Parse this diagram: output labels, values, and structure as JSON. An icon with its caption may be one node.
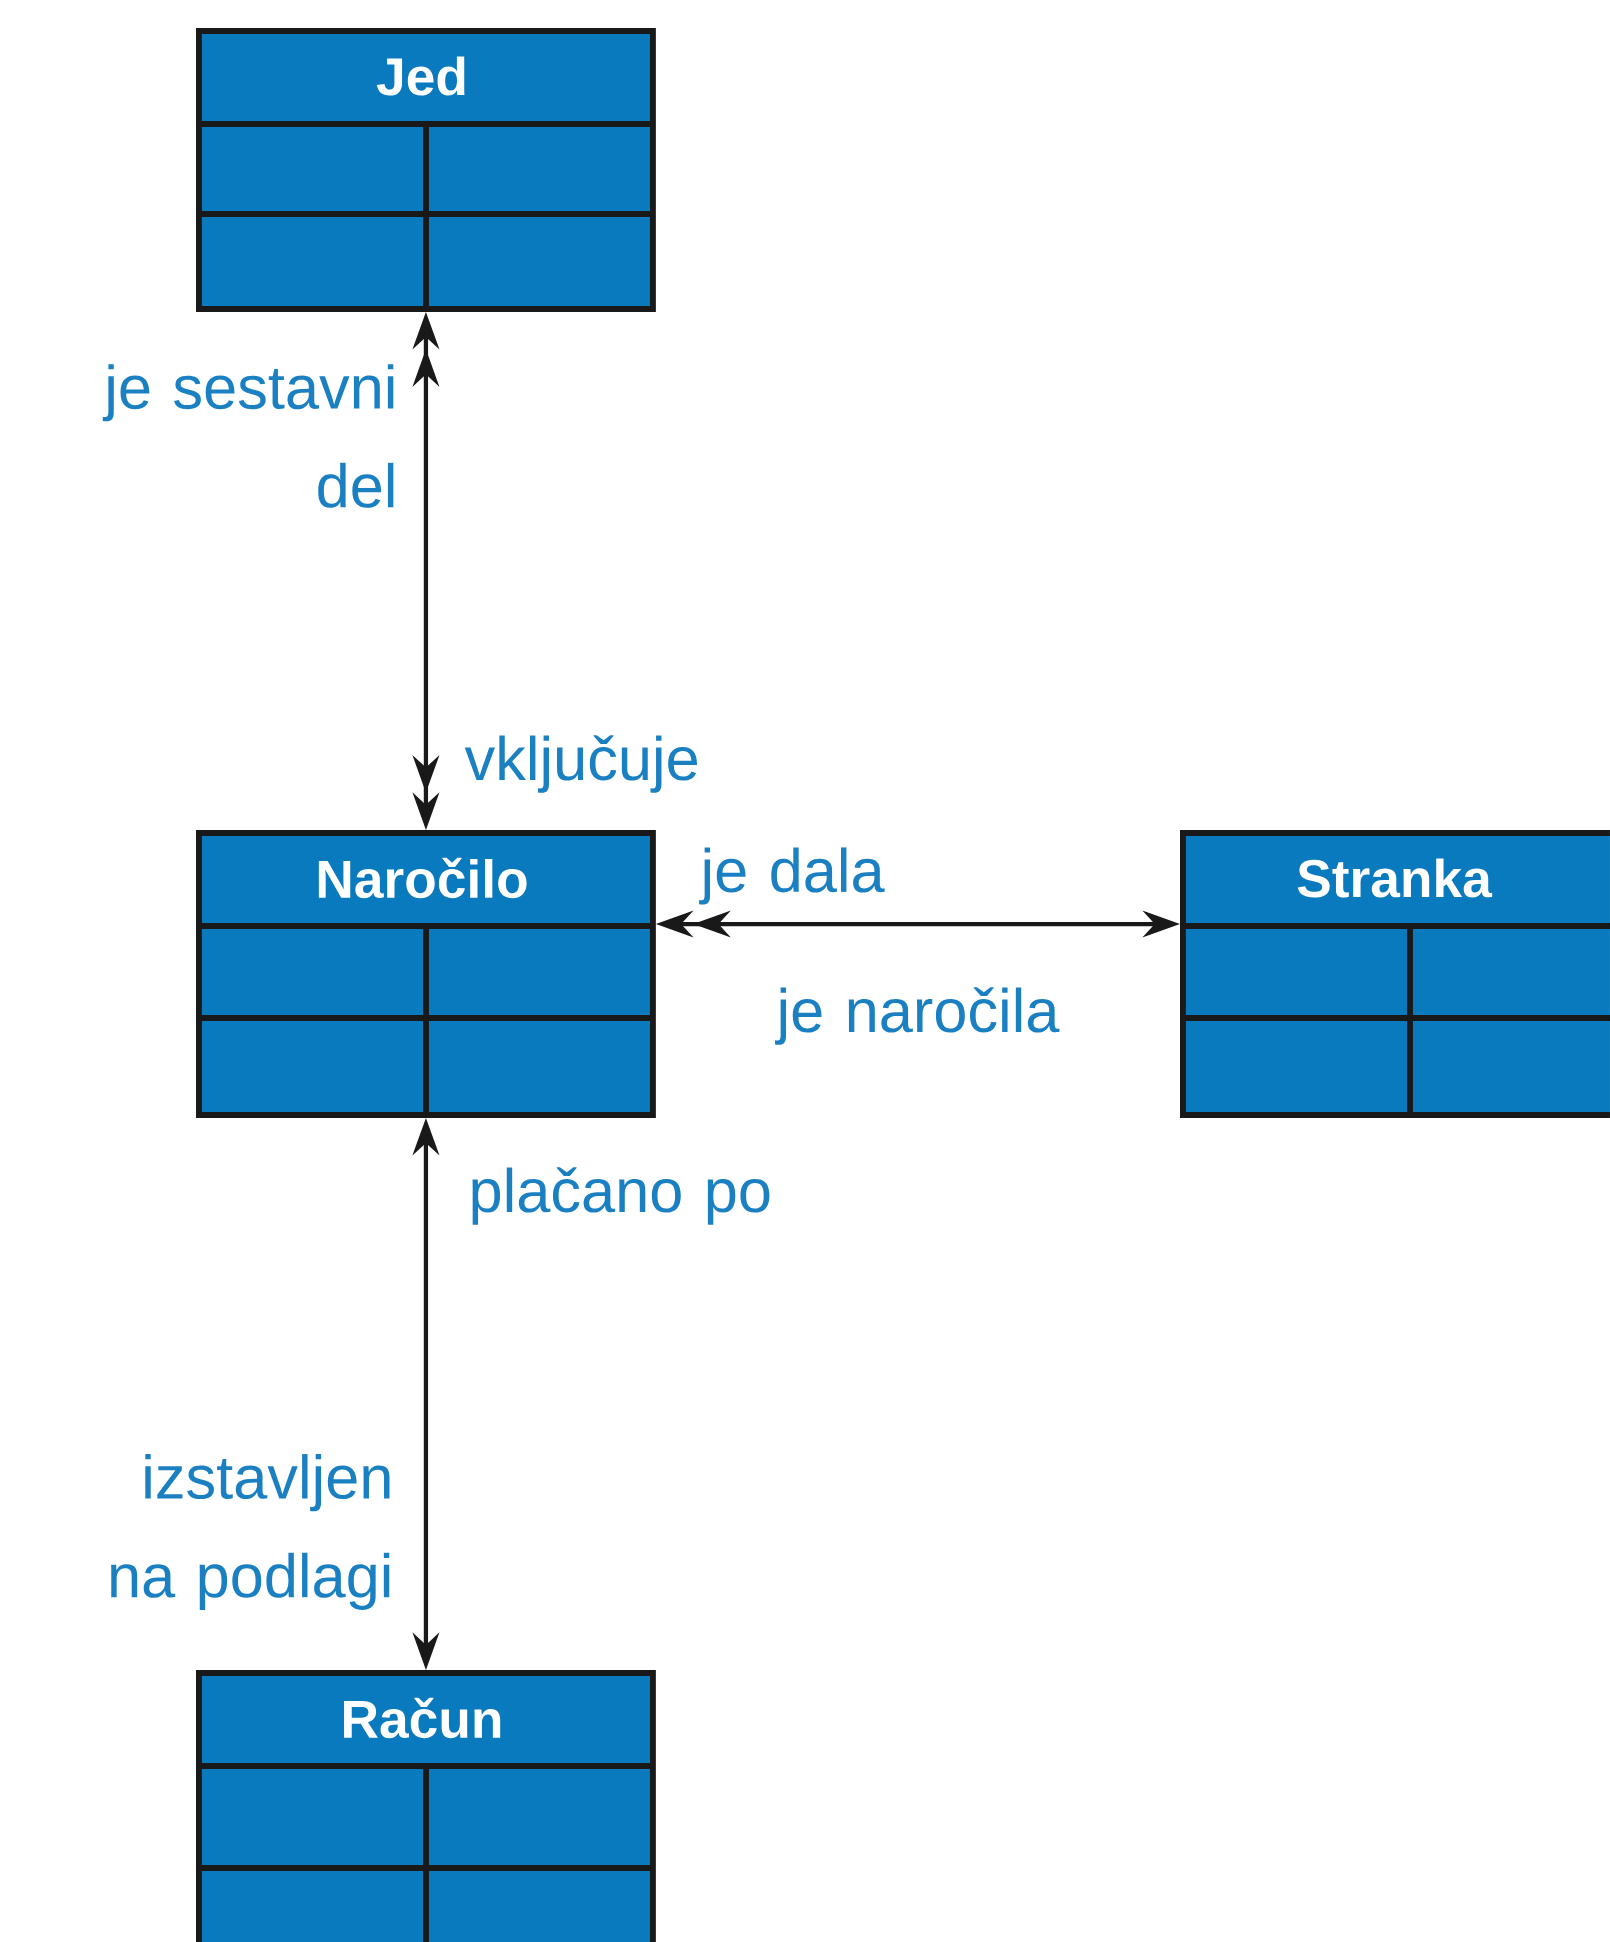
{
  "diagram": {
    "nodes": [
      {
        "text": [
          "Jed"
        ]
      },
      {
        "text": [
          "Naročilo"
        ]
      },
      {
        "text": [
          "Stranka"
        ]
      },
      {
        "text": [
          "Račun"
        ]
      }
    ],
    "edges": [
      {
        "from": 0,
        "to": 1,
        "arrow": "both"
      },
      {
        "from": 1,
        "to": 2,
        "arrow": "both"
      },
      {
        "from": 1,
        "to": 3,
        "arrow": "both"
      }
    ],
    "labels": [
      "je sestavni del",
      "vključuje",
      "je dala",
      "je naročila",
      "plačano po",
      "izstavljen na podlagi"
    ]
  }
}
